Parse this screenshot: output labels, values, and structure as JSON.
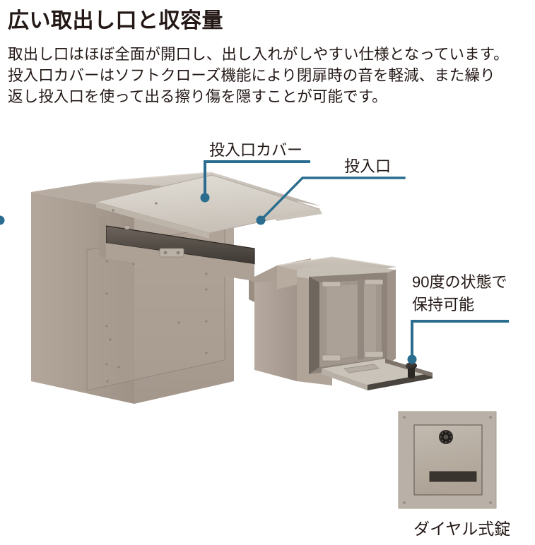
{
  "heading": "広い取出し口と収容量",
  "body": {
    "line1": "取出し口はほぼ全面が開口し、出し入れがしやすい仕様となっています。",
    "line2": "投入口カバーはソフトクローズ機能により閉扉時の音を軽減、また繰り",
    "line3": "返し投入口を使って出る擦り傷を隠すことが可能です。"
  },
  "callouts": {
    "slot_cover": "投入口カバー",
    "slot": "投入口",
    "hold_90deg_line1": "90度の状態で",
    "hold_90deg_line2": "保持可能"
  },
  "captions": {
    "dial_lock": "ダイヤル式錠"
  },
  "colors": {
    "text": "#231815",
    "callout_line": "#2a6d8f",
    "body_taupe": "#a89b90",
    "body_taupe_light": "#c6bcb2",
    "body_taupe_dark": "#8d8178",
    "top_face": "#cfc8bf",
    "interior_shadow": "#7d736b",
    "lock_black": "#2b2724",
    "background": "#ffffff"
  },
  "figures": {
    "main_unit": "rear-view-mailbox-with-open-slot-cover",
    "open_door_unit": "mailbox-with-door-open-90-degrees",
    "dial_lock_unit": "mailbox-front-view-with-dial-lock"
  }
}
